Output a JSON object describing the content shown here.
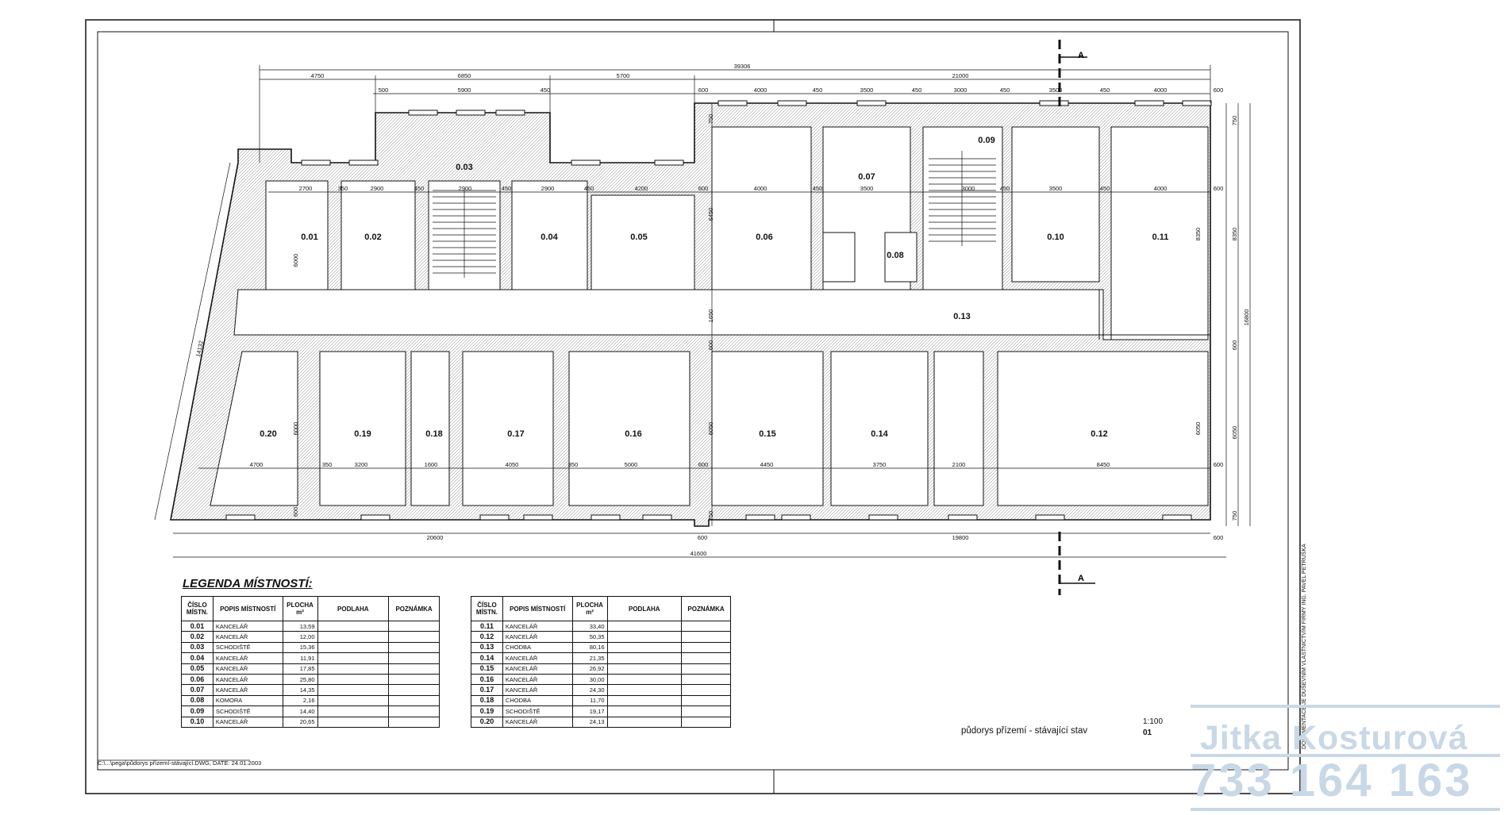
{
  "rooms": {
    "r001": "0.01",
    "r002": "0.02",
    "r003": "0.03",
    "r004": "0.04",
    "r005": "0.05",
    "r006": "0.06",
    "r007": "0.07",
    "r008": "0.08",
    "r009": "0.09",
    "r010": "0.10",
    "r011": "0.11",
    "r012": "0.12",
    "r013": "0.13",
    "r014": "0.14",
    "r015": "0.15",
    "r016": "0.16",
    "r017": "0.17",
    "r018": "0.18",
    "r019": "0.19",
    "r020": "0.20"
  },
  "dims": {
    "total_top": "39306",
    "top_4750": "4750",
    "top_6850": "6850",
    "top_5700": "5700",
    "top_21000": "21000",
    "r2_500a": "500",
    "r2_5900": "5900",
    "r2_450a": "450",
    "r2_600a": "600",
    "r2_4000a": "4000",
    "r2_450b": "450",
    "r2_3500a": "3500",
    "r2_450c": "450",
    "r2_3000": "3000",
    "r2_450d": "450",
    "r2_3500b": "3500",
    "r2_450e": "450",
    "r2_4000b": "4000",
    "r2_600b": "600",
    "in_2700": "2700",
    "in_350": "350",
    "in_2900a": "2900",
    "in_450a": "450",
    "in_2900": "2900",
    "in_450b": "450",
    "in_2900b": "2900",
    "in_450c": "450",
    "in_4200": "4200",
    "in_600a": "600",
    "in_4000a": "4000",
    "in_450d": "450",
    "in_3500a": "3500",
    "in_3000": "3000",
    "in_450e": "450",
    "in_3500b": "3500",
    "in_450f": "450",
    "in_4000b": "4000",
    "in_600b": "600",
    "v_6000a": "6000",
    "v_6450": "6450",
    "v_1650": "1650",
    "v_6050a": "6050",
    "v_6000b": "6000",
    "v_6050b": "6050",
    "v_750a": "750",
    "v_750b": "750",
    "v_600": "600",
    "v_600b": "600",
    "rs_750": "750",
    "rs_8350a": "8350",
    "rs_8350b": "8350",
    "rs_16800": "16800",
    "rs_600": "600",
    "rs_6050": "6050",
    "rs_750b": "750",
    "bi_4700": "4700",
    "bi_350": "350",
    "bi_3200": "3200",
    "bi_1600": "1600",
    "bi_4050": "4050",
    "bi_350b": "350",
    "bi_5000": "5000",
    "bi_600": "600",
    "bi_4450": "4450",
    "bi_3750": "3750",
    "bi_2100": "2100",
    "bi_8450": "8450",
    "bi_600b": "600",
    "b_20600": "20600",
    "b_600": "600",
    "b_19800": "19800",
    "b_600b": "600",
    "b_41600": "41600",
    "diag": "14132",
    "sec_a": "A",
    "sec_a2": "A"
  },
  "legend": {
    "title": "LEGENDA MÍSTNOSTÍ:",
    "headers": {
      "num1": "ČÍSLO",
      "num2": "MÍSTN.",
      "desc": "POPIS MÍSTNOSTÍ",
      "area1": "PLOCHA",
      "area2": "m²",
      "floor": "PODLAHA",
      "note": "POZNÁMKA"
    },
    "table1": [
      {
        "num": "0.01",
        "desc": "KANCELÁŘ",
        "area": "13,59"
      },
      {
        "num": "0.02",
        "desc": "KANCELÁŘ",
        "area": "12,00"
      },
      {
        "num": "0.03",
        "desc": "SCHODIŠTĚ",
        "area": "15,36"
      },
      {
        "num": "0.04",
        "desc": "KANCELÁŘ",
        "area": "11,91"
      },
      {
        "num": "0.05",
        "desc": "KANCELÁŘ",
        "area": "17,85"
      },
      {
        "num": "0.06",
        "desc": "KANCELÁŘ",
        "area": "25,80"
      },
      {
        "num": "0.07",
        "desc": "KANCELÁŘ",
        "area": "14,35"
      },
      {
        "num": "0.08",
        "desc": "KOMORA",
        "area": "2,16"
      },
      {
        "num": "0.09",
        "desc": "SCHODIŠTĚ",
        "area": "14,40"
      },
      {
        "num": "0.10",
        "desc": "KANCELÁŘ",
        "area": "20,65"
      }
    ],
    "table2": [
      {
        "num": "0.11",
        "desc": "KANCELÁŘ",
        "area": "33,40"
      },
      {
        "num": "0.12",
        "desc": "KANCELÁŘ",
        "area": "50,35"
      },
      {
        "num": "0.13",
        "desc": "CHODBA",
        "area": "80,16"
      },
      {
        "num": "0.14",
        "desc": "KANCELÁŘ",
        "area": "21,35"
      },
      {
        "num": "0.15",
        "desc": "KANCELÁŘ",
        "area": "26,92"
      },
      {
        "num": "0.16",
        "desc": "KANCELÁŘ",
        "area": "30,00"
      },
      {
        "num": "0.17",
        "desc": "KANCELÁŘ",
        "area": "24,30"
      },
      {
        "num": "0.18",
        "desc": "CHODBA",
        "area": "11,70"
      },
      {
        "num": "0.19",
        "desc": "SCHODIŠTĚ",
        "area": "19,17"
      },
      {
        "num": "0.20",
        "desc": "KANCELÁŘ",
        "area": "24,13"
      }
    ]
  },
  "caption": "půdorys přízemí - stávající stav",
  "scale": "1:100",
  "sheet": "01",
  "filepath": "C:\\...\\pega\\půdorys přízemí-stávající.DWG,  DATE: 24.01.2003",
  "vertical_note": "DOKUMENTACE JE DUŠEVNÍM VLASTNICTVÍM FIRMY ING. PAVEL PETRUŠKA",
  "watermark": {
    "name": "Jitka Kosturová",
    "phone": "733 164 163",
    "color": "#c8d8e6"
  }
}
